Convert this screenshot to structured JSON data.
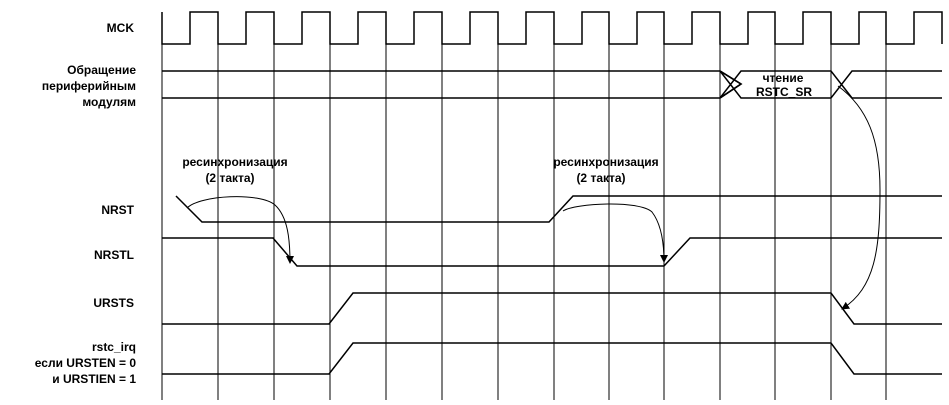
{
  "signals": {
    "mck": "MCK",
    "access": [
      "Обращение",
      "периферийным",
      "модулям"
    ],
    "nrst": "NRST",
    "nrstl": "NRSTL",
    "ursts": "URSTS",
    "irq": [
      "rstc_irq",
      "если URSTEN = 0",
      "и URSTIEN = 1"
    ]
  },
  "annotations": {
    "resync1": [
      "ресинхронизация",
      "(2 такта)"
    ],
    "resync2": [
      "ресинхронизация",
      "(2 такта)"
    ],
    "read": [
      "чтение",
      "RSTC_SR"
    ]
  }
}
